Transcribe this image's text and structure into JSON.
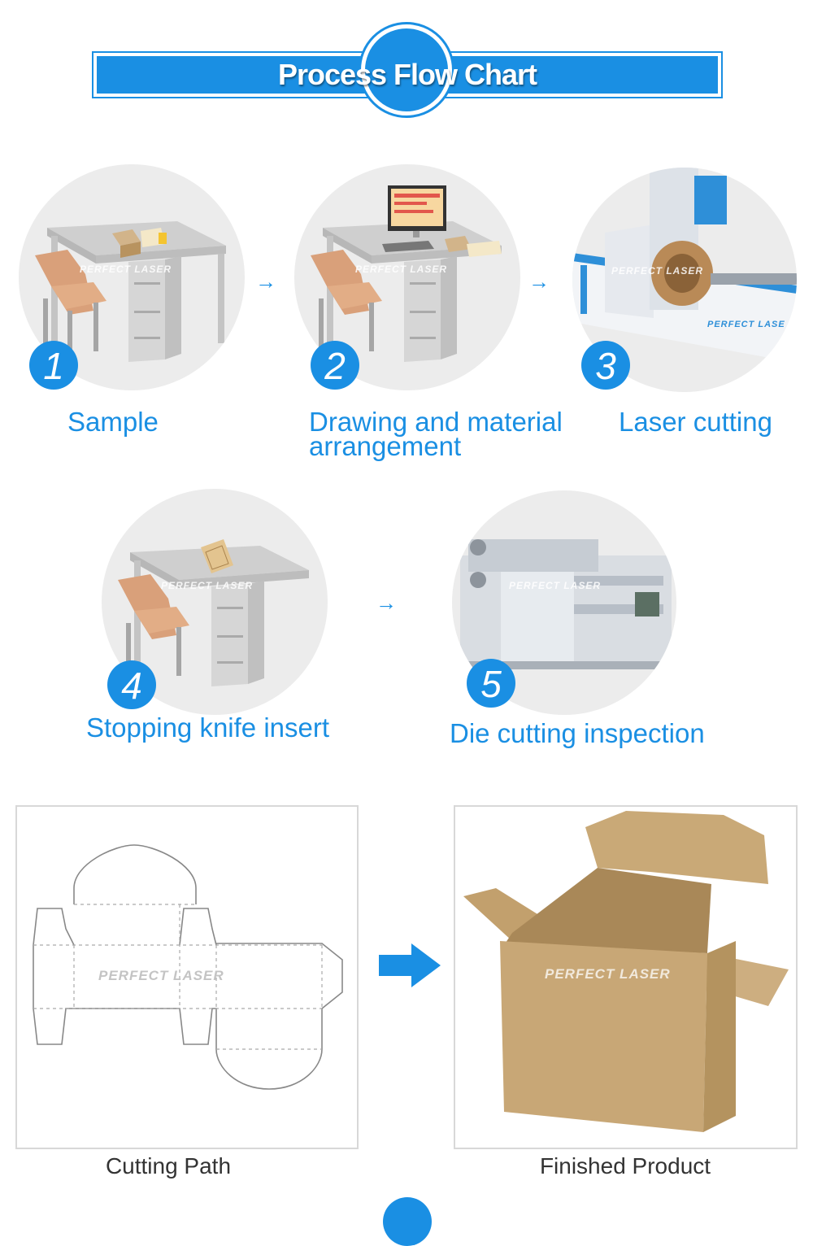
{
  "header": {
    "title": "Process Flow Chart"
  },
  "watermark": "PERFECT LASER",
  "machine_brand": "PERFECT LASE",
  "steps": [
    {
      "number": "1",
      "label": "Sample"
    },
    {
      "number": "2",
      "label": "Drawing and material",
      "label_line2": "arrangement"
    },
    {
      "number": "3",
      "label": "Laser cutting"
    },
    {
      "number": "4",
      "label": "Stopping knife insert"
    },
    {
      "number": "5",
      "label": "Die cutting inspection"
    }
  ],
  "arrow_glyph": "→",
  "panels": {
    "cutting_path": {
      "caption": "Cutting Path"
    },
    "finished_product": {
      "caption": "Finished Product"
    }
  },
  "colors": {
    "accent": "#1a8fe3",
    "kraft": "#c9a977",
    "circle_bg": "#ececec"
  }
}
